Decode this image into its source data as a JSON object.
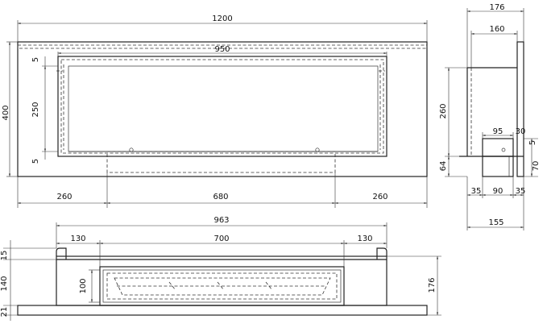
{
  "front_view": {
    "width": "1200",
    "height": "400",
    "opening_width": "950",
    "opening_height": "250",
    "top_gap": "5",
    "bottom_gap": "5",
    "left_offset": "260",
    "center_width": "680",
    "right_offset": "260"
  },
  "side_view": {
    "total_depth": "176",
    "inner_depth": "160",
    "height": "260",
    "bottom_height": "64",
    "burner_width": "95",
    "lip": "30",
    "small_gap": "5",
    "burner_height": "70",
    "base_left": "35",
    "base_center": "90",
    "base_right": "35",
    "base_total": "155"
  },
  "top_view": {
    "width": "963",
    "left_margin": "130",
    "center_width": "700",
    "right_margin": "130",
    "top_rim": "15",
    "middle": "140",
    "bottom": "21",
    "depth": "100",
    "total_height": "176"
  }
}
